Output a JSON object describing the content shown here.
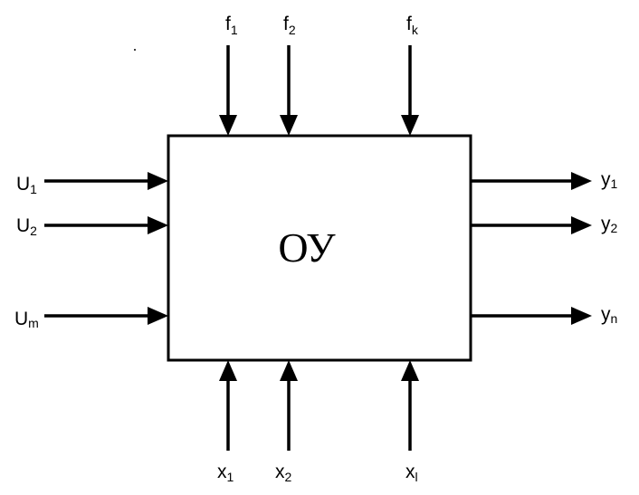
{
  "diagram": {
    "block_label": "ОУ",
    "disturbances": [
      {
        "base": "f",
        "sub": "1"
      },
      {
        "base": "f",
        "sub": "2"
      },
      {
        "base": "f",
        "sub": "k"
      }
    ],
    "inputs": [
      {
        "base": "U",
        "sub": "1"
      },
      {
        "base": "U",
        "sub": "2"
      },
      {
        "base": "U",
        "sub": "m"
      }
    ],
    "outputs": [
      {
        "base": "y",
        "sub": "1"
      },
      {
        "base": "y",
        "sub": "2"
      },
      {
        "base": "y",
        "sub": "n"
      }
    ],
    "states": [
      {
        "base": "x",
        "sub": "1"
      },
      {
        "base": "x",
        "sub": "2"
      },
      {
        "base": "x",
        "sub": "l"
      }
    ]
  }
}
